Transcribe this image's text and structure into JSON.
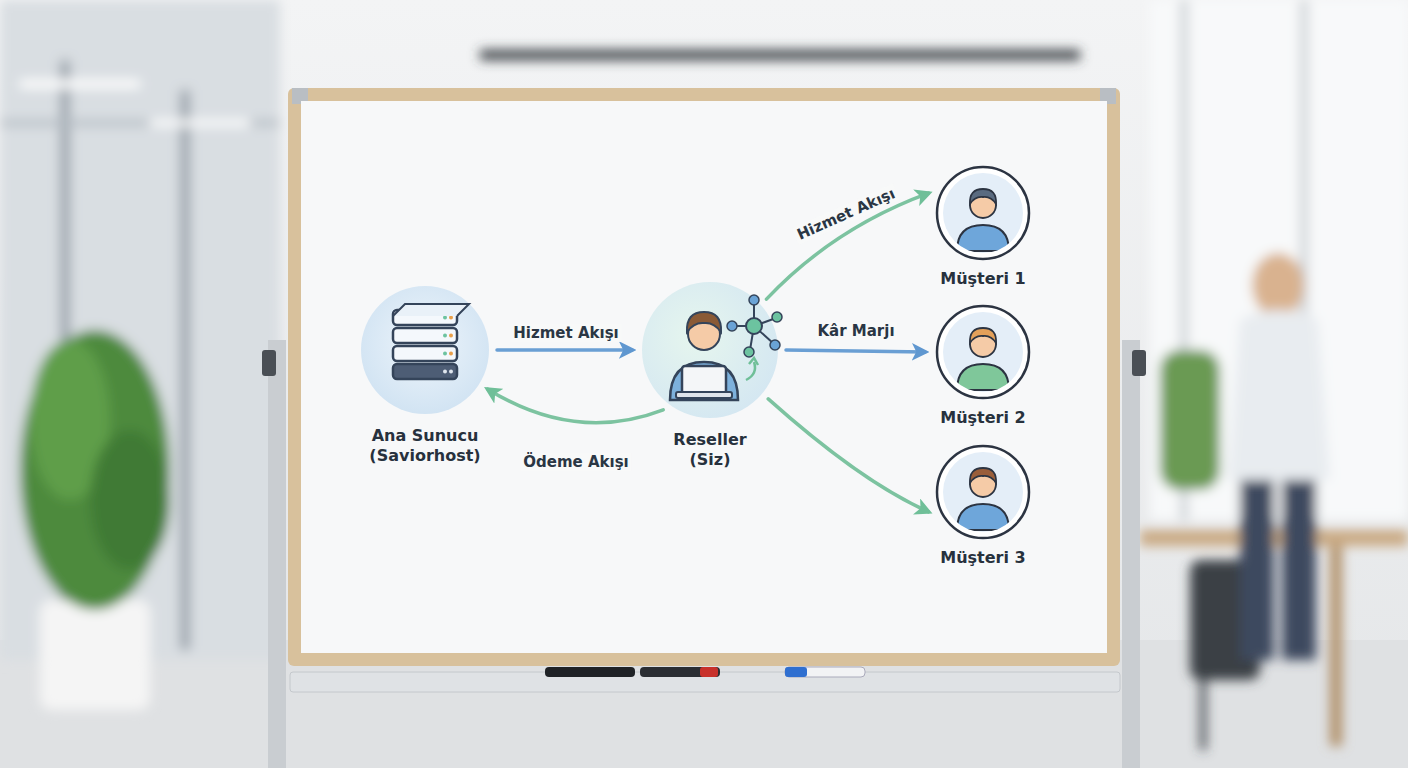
{
  "diagram": {
    "nodes": [
      {
        "text": [
          "Ana Sunucu (Saviorhost)"
        ]
      },
      {
        "text": [
          "Reseller (Siz)"
        ]
      },
      {
        "text": [
          "Müşteri 1"
        ]
      },
      {
        "text": [
          "Müşteri 2"
        ]
      },
      {
        "text": [
          "Müşteri 3"
        ]
      }
    ],
    "edges": [
      {
        "from": 0,
        "to": 1,
        "label": "Hizmet Akışı",
        "arrow": "to"
      },
      {
        "from": 1,
        "to": 0,
        "label": "Ödeme Akışı",
        "arrow": "to"
      },
      {
        "from": 1,
        "to": 2,
        "label": "Hizmet Akışı",
        "arrow": "to"
      },
      {
        "from": 1,
        "to": 3,
        "label": "Kâr Marjı",
        "arrow": "to"
      },
      {
        "from": 1,
        "to": 4,
        "arrow": "to"
      }
    ]
  }
}
